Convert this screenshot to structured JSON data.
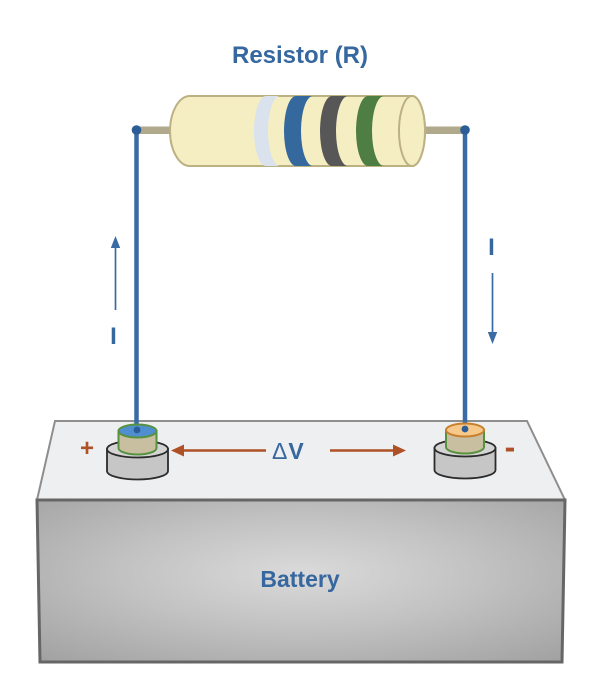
{
  "title": "Resistor (R)",
  "battery": {
    "label": "Battery",
    "plus": "+",
    "minus": "-",
    "voltage_delta": "Δ",
    "voltage_v": "V"
  },
  "current": {
    "left_label": "I",
    "right_label": "I"
  },
  "resistor": {
    "bands": [
      {
        "name": "band-1-pale-blue",
        "color": "#d9e2ed"
      },
      {
        "name": "band-2-blue",
        "color": "#35689c"
      },
      {
        "name": "band-3-gray",
        "color": "#575757"
      },
      {
        "name": "band-4-green",
        "color": "#4e7e44"
      }
    ]
  },
  "colors": {
    "label_blue": "#36679f",
    "wire": "#3a6ba4",
    "wire_dark": "#2c5d97",
    "lead": "#b1a98c",
    "resistor_body": "#f6eec3",
    "resistor_border": "#bcb183",
    "battery_top": "#eeeff0",
    "battery_top_border": "#8e8e8e",
    "battery_front_light": "#d9d9d9",
    "battery_front_dark": "#a2a2a2",
    "battery_border": "#666666",
    "terminal_gray": "#c6c6c6",
    "terminal_gray_light": "#d4d4d4",
    "terminal_border": "#2b2b2b",
    "terminal_tan": "#c7bfa0",
    "terminal_green": "#57923f",
    "cap_blue": "#4f8fd0",
    "cap_orange": "#f6c98b",
    "cap_orange_border": "#c8802e",
    "rust": "#ae5126"
  }
}
